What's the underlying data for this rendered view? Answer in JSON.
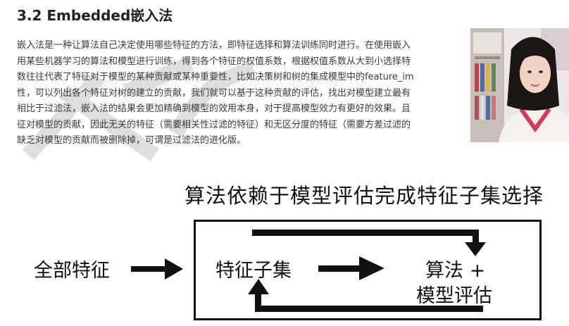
{
  "slide": {
    "title": "3.2 Embedded嵌入法",
    "paragraph_lines": [
      "嵌入法是一种让算法自己决定使用哪些特征的方法，即特征选择和算法训练同时进行。在使用嵌入",
      "用某些机器学习的算法和模型进行训练，得到各个特征的权值系数，根据权值系数从大到小选择特",
      "数往往代表了特征对于模型的某种贡献或某种重要性，比如决策树和树的集成模型中的feature_im",
      "性，可以列出各个特征对树的建立的贡献，我们就可以基于这种贡献的评估，找出对模型建立最有",
      "相比于过滤法，嵌入法的结果会更加精确到模型的效用本身，对于提高模型效力有更好的效果。且",
      "征对模型的贡献，因此无关的特征（需要相关性过滤的特征）和无区分度的特征（需要方差过滤的",
      "缺乏对模型的贡献而被删除掉，可谓是过滤法的进化版。"
    ]
  },
  "diagram": {
    "title": "算法依赖于模型评估完成特征子集选择",
    "all_features": "全部特征",
    "feature_subset": "特征子集",
    "algorithm": "算法 +",
    "model_evaluation": "模型评估"
  },
  "colors": {
    "watermark": "#dcdcdc",
    "text": "#3a3a3a",
    "arrow": "#111111"
  }
}
